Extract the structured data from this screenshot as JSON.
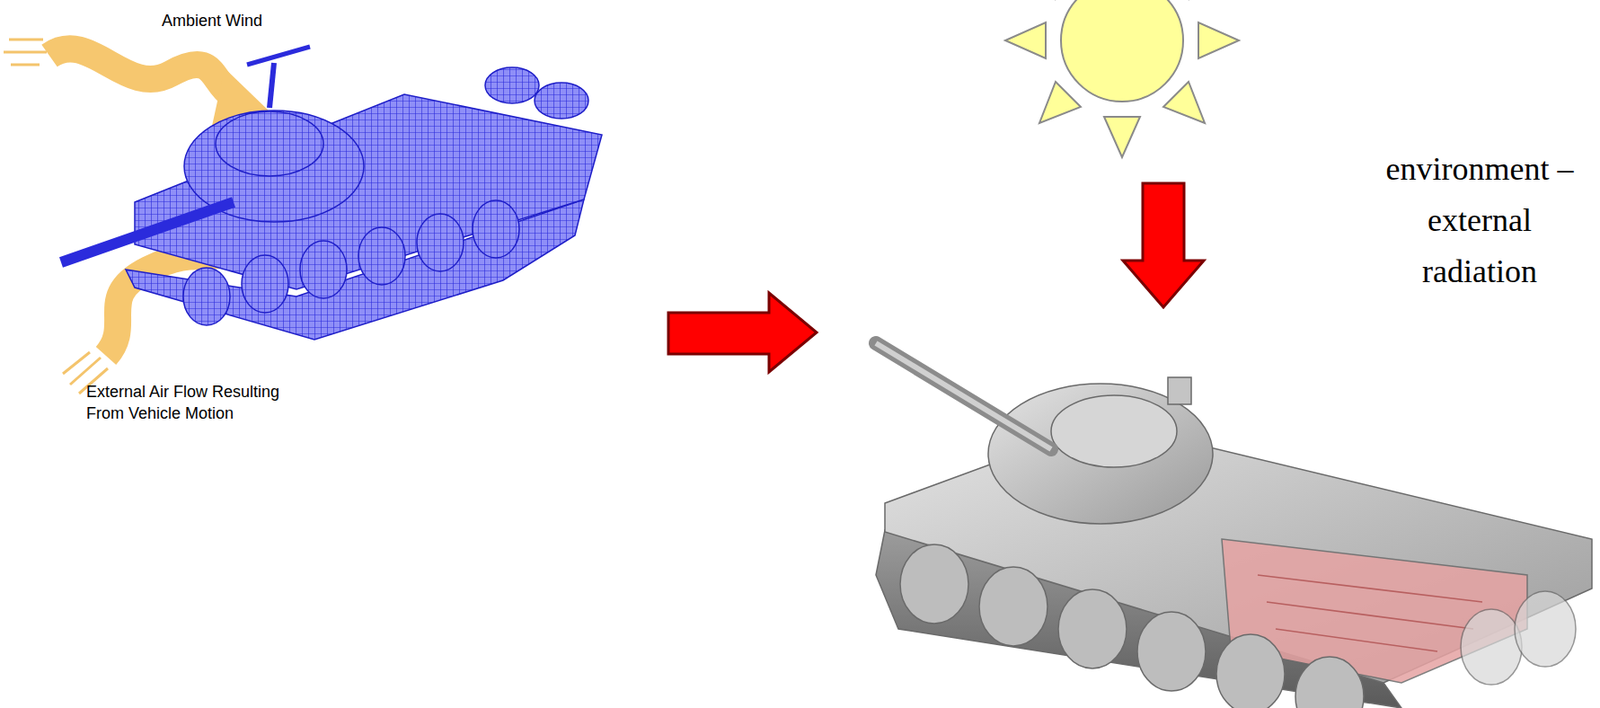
{
  "diagram": {
    "labels": [
      "Ambient Wind",
      "External Air Flow Resulting From Vehicle Motion",
      "environment – external radiation"
    ]
  }
}
